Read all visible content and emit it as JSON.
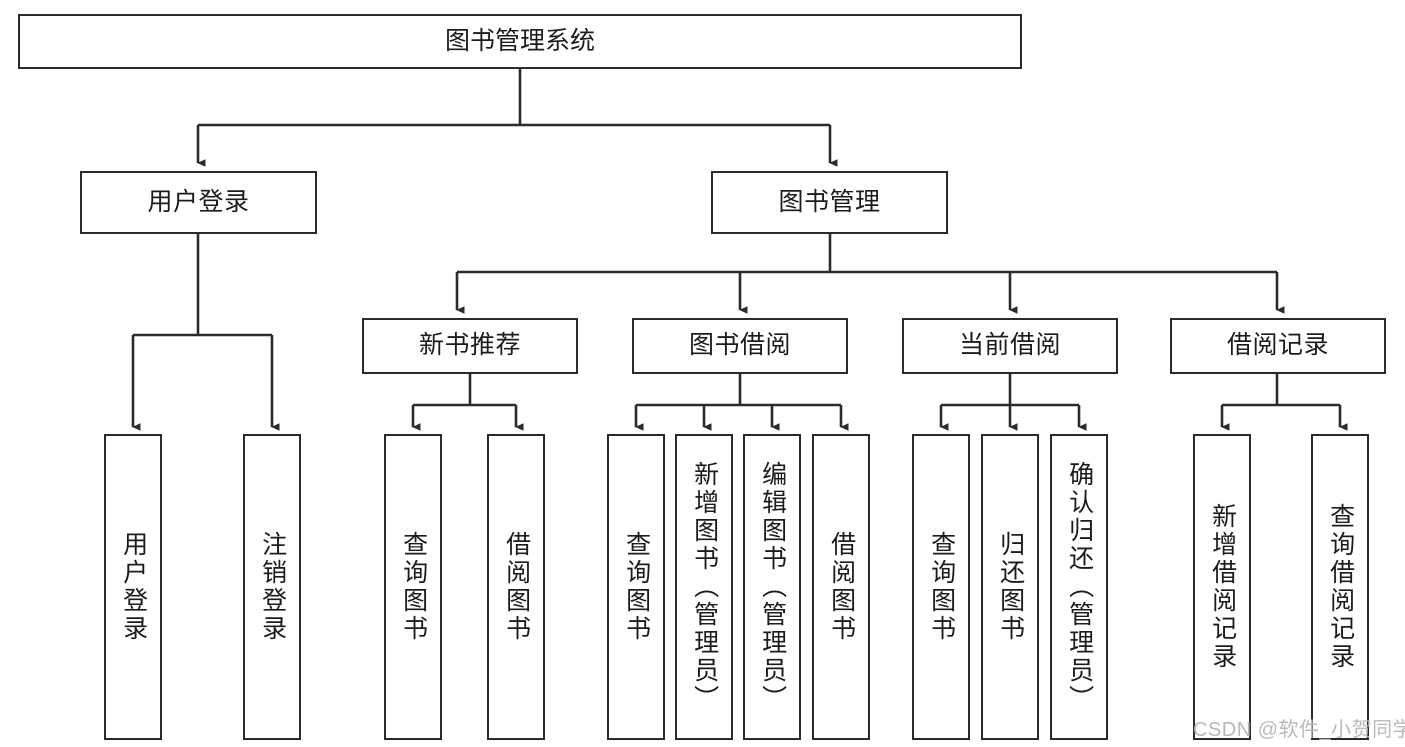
{
  "diagram": {
    "type": "tree-hierarchy",
    "title": "图书管理系统",
    "watermark": "CSDN @软件_小贺同学",
    "colors": {
      "box_border": "#2b2b2b",
      "box_fill": "#ffffff",
      "connector": "#2b2b2b",
      "text": "#1c1c1c",
      "watermark": "#b9b9b9",
      "background": "#ffffff"
    },
    "levels": {
      "root": {
        "label": "图书管理系统"
      },
      "level2": [
        {
          "label": "用户登录"
        },
        {
          "label": "图书管理"
        }
      ],
      "level3": [
        {
          "label": "新书推荐"
        },
        {
          "label": "图书借阅"
        },
        {
          "label": "当前借阅"
        },
        {
          "label": "借阅记录"
        }
      ]
    },
    "leaves": {
      "user_login": [
        {
          "label": "用户登录"
        },
        {
          "label": "注销登录"
        }
      ],
      "new_book_recommend": [
        {
          "label": "查询图书"
        },
        {
          "label": "借阅图书"
        }
      ],
      "book_borrow": [
        {
          "label": "查询图书"
        },
        {
          "label": "新增图书（管理员）"
        },
        {
          "label": "编辑图书（管理员）"
        },
        {
          "label": "借阅图书"
        }
      ],
      "current_borrow": [
        {
          "label": "查询图书"
        },
        {
          "label": "归还图书"
        },
        {
          "label": "确认归还（管理员）"
        }
      ],
      "borrow_records": [
        {
          "label": "新增借阅记录"
        },
        {
          "label": "查询借阅记录"
        }
      ]
    }
  }
}
